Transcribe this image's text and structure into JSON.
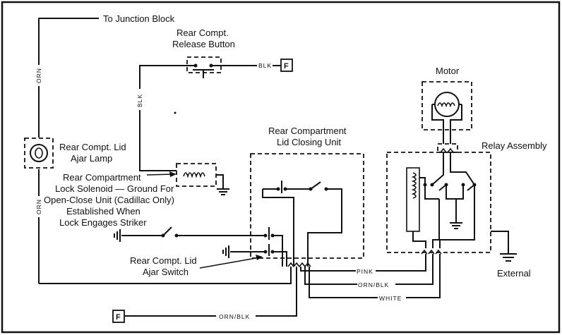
{
  "labels": {
    "junction_block": "To Junction Block",
    "release_button_l1": "Rear Compt.",
    "release_button_l2": "Release Button",
    "motor": "Motor",
    "closing_unit_l1": "Rear Compartment",
    "closing_unit_l2": "Lid Closing Unit",
    "relay_assembly": "Relay Assembly",
    "ajar_lamp_l1": "Rear Compt. Lid",
    "ajar_lamp_l2": "Ajar Lamp",
    "solenoid_l1": "Rear Compartment",
    "solenoid_l2": "Lock Solenoid — Ground For",
    "solenoid_l3": "Open-Close Unit (Cadillac Only)",
    "solenoid_l4": "Established When",
    "solenoid_l5": "Lock Engages Striker",
    "ajar_switch_l1": "Rear Compt. Lid",
    "ajar_switch_l2": "Ajar Switch",
    "external": "External"
  },
  "wires": {
    "orn_upper": "ORN",
    "orn_lower": "ORN",
    "blk_vertical": "BLK",
    "blk_button": "BLK",
    "pink": "PINK",
    "orn_blk_mid": "ORN/BLK",
    "white": "WHITE",
    "orn_blk_bottom": "ORN/BLK"
  },
  "connectors": {
    "f_top": "F",
    "f_bottom": "F"
  }
}
